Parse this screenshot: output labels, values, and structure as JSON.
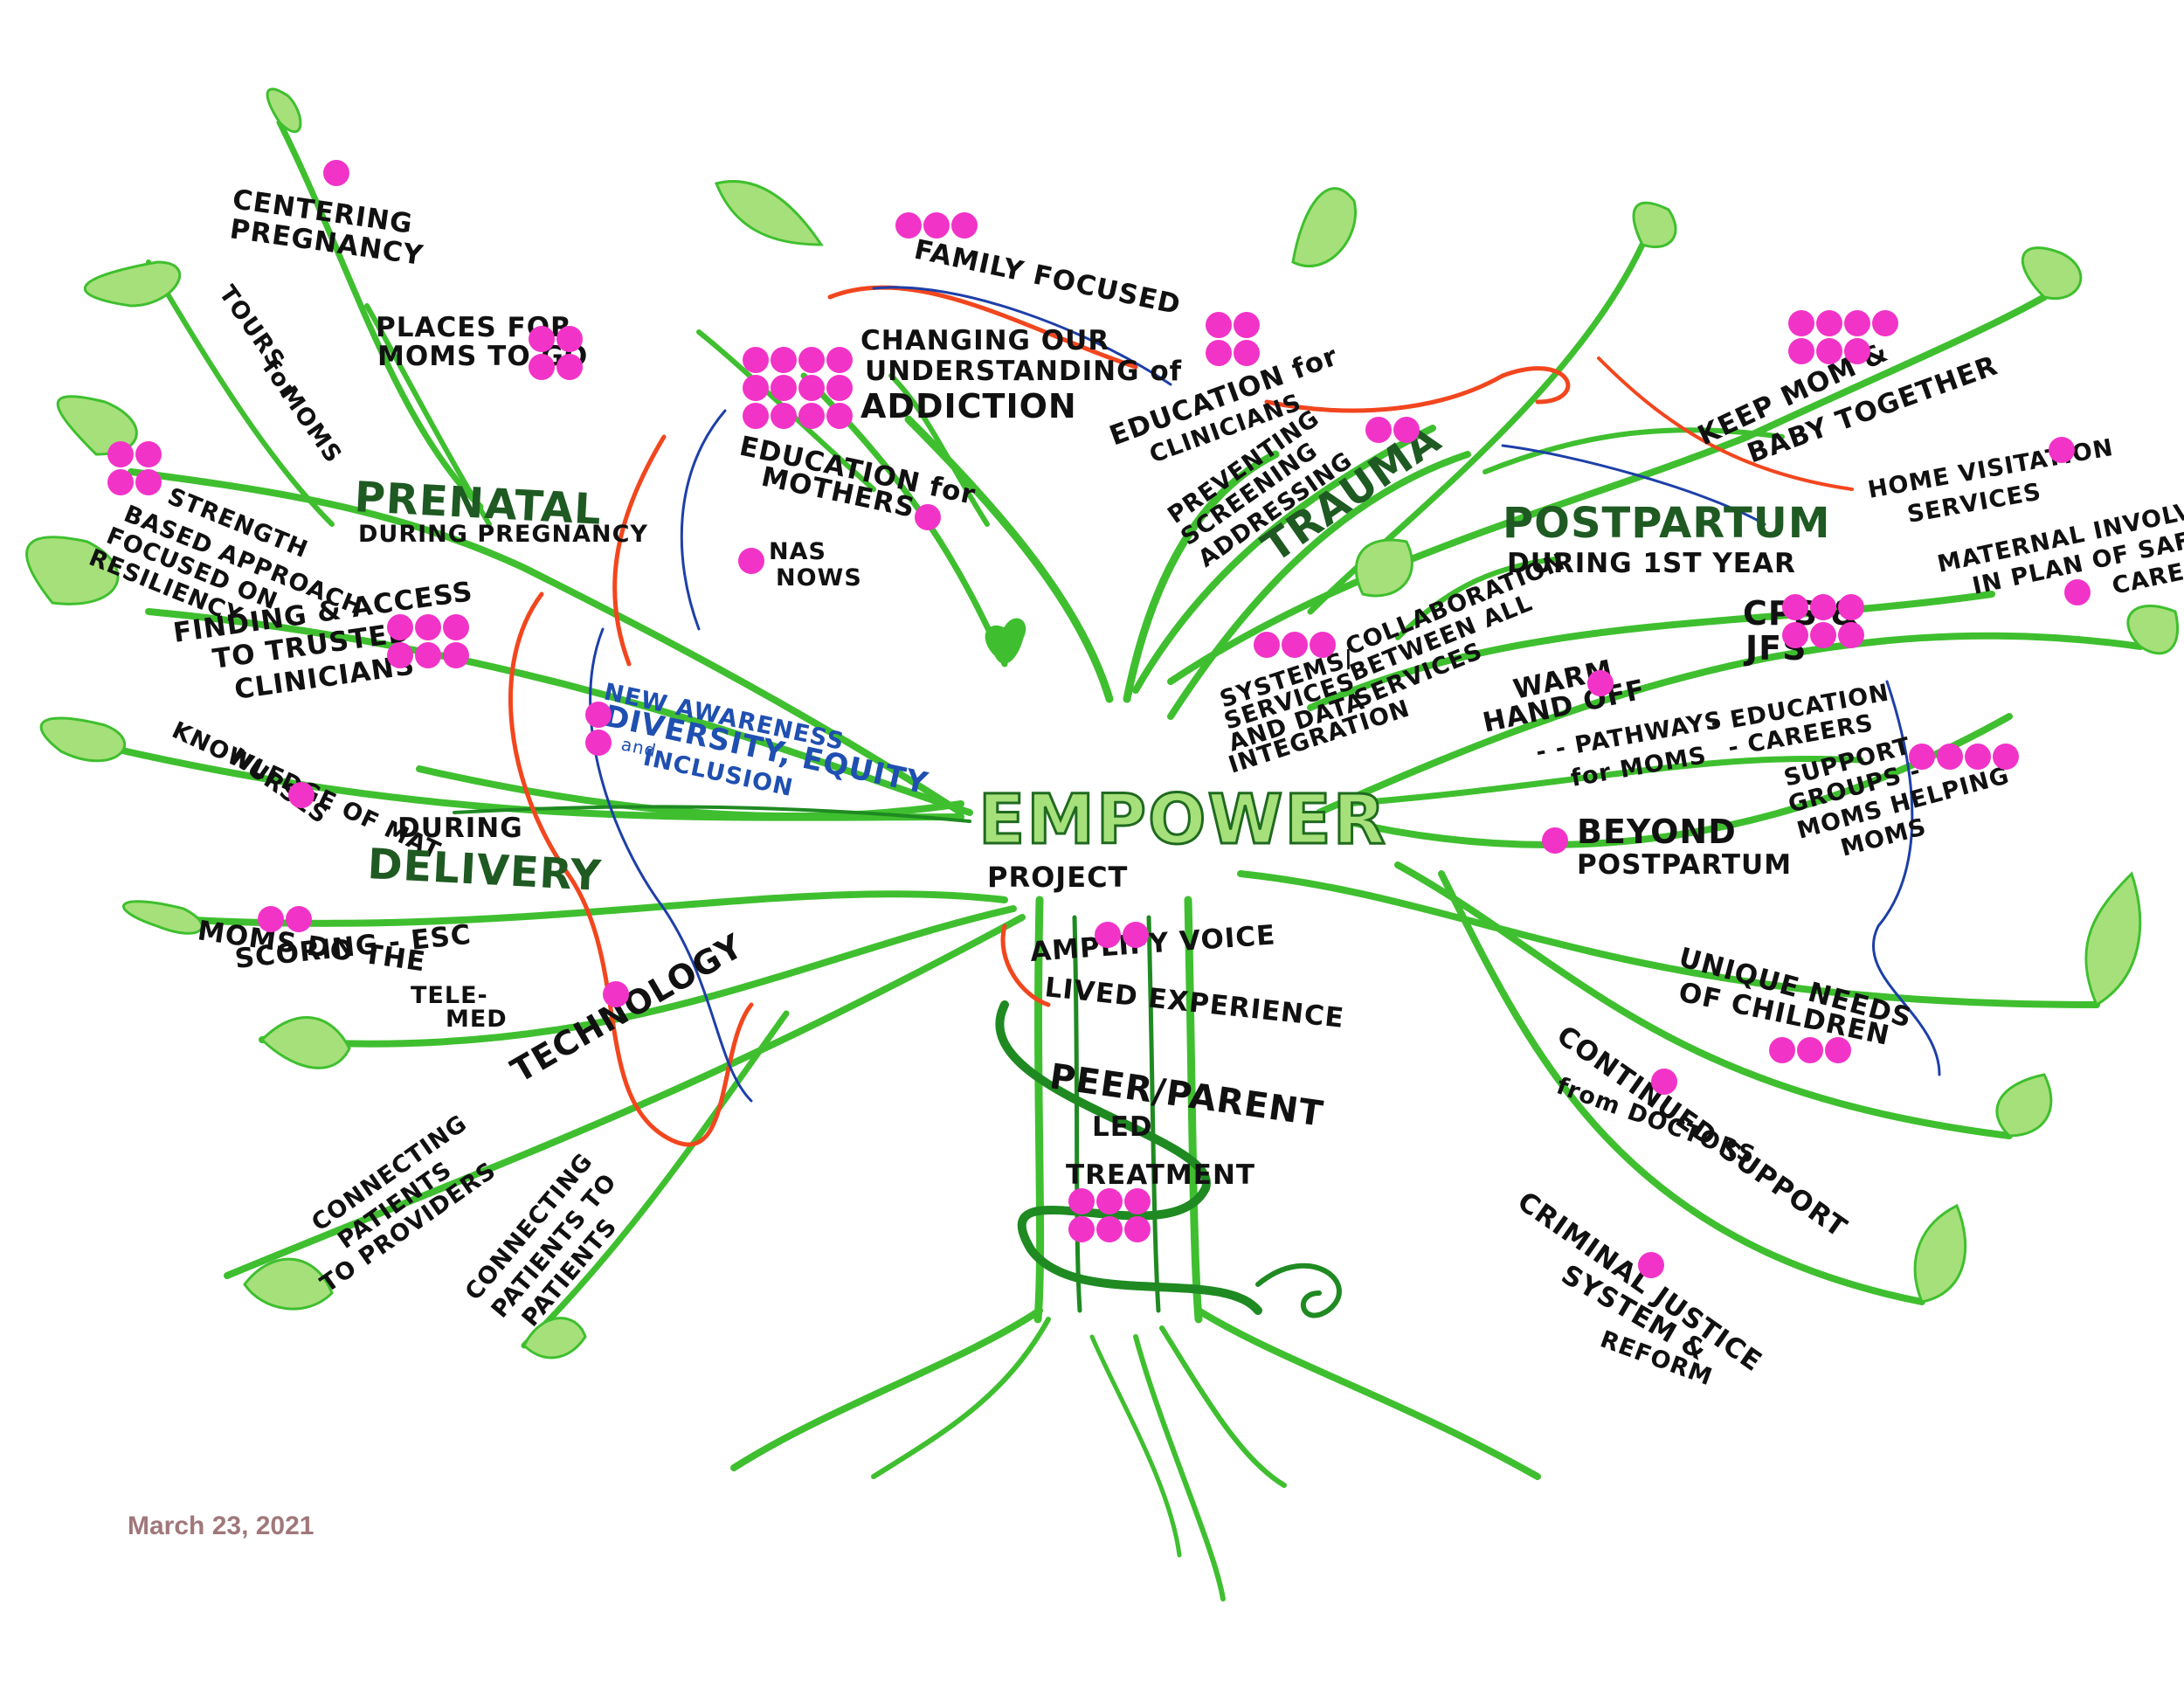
{
  "center": {
    "title": "EMPOWER",
    "subtitle": "PROJECT"
  },
  "date": "March 23, 2021",
  "labels": {
    "centering": [
      "CENTERING",
      "PREGNANCY"
    ],
    "tours": [
      "TOURS",
      "for",
      "MOMS"
    ],
    "places": [
      "PLACES FOR",
      "MOMS TO GO"
    ],
    "prenatal": [
      "PRENATAL",
      "DURING PREGNANCY"
    ],
    "strength": [
      "STRENGTH",
      "BASED APPROACH",
      "FOCUSED ON",
      "RESILIENCY"
    ],
    "finding": [
      "FINDING & ACCESS",
      "TO TRUSTED",
      "CLINICIANS"
    ],
    "nurses": [
      "NURSES",
      "KNOWLEDGE OF MAT"
    ],
    "delivery": [
      "DURING",
      "DELIVERY"
    ],
    "moms_scoring": [
      "MOMS DO THE",
      "SCORING - ESC"
    ],
    "telemed": [
      "TELE-",
      "MED"
    ],
    "technology": "TECHNOLOGY",
    "conn_providers": [
      "CONNECTING",
      "PATIENTS",
      "TO PROVIDERS"
    ],
    "conn_patients": [
      "CONNECTING",
      "PATIENTS TO",
      "PATIENTS"
    ],
    "family": "FAMILY FOCUSED",
    "changing": [
      "CHANGING OUR",
      "UNDERSTANDING of",
      "ADDICTION"
    ],
    "edu_mothers": [
      "EDUCATION for",
      "MOTHERS"
    ],
    "nas": [
      "NAS",
      "NOWS"
    ],
    "diversity": [
      "NEW AWARENESS",
      "DIVERSITY, EQUITY",
      "and",
      "INCLUSION"
    ],
    "edu_clinicians": [
      "EDUCATION for",
      "CLINICIANS"
    ],
    "trauma": [
      "PREVENTING",
      "SCREENING",
      "ADDRESSING",
      "TRAUMA"
    ],
    "systems": [
      "SYSTEMS/",
      "SERVICES",
      "AND DATA",
      "INTEGRATION"
    ],
    "collab": [
      "COLLABORATION",
      "BETWEEN ALL",
      "SERVICES"
    ],
    "keep_mom": [
      "KEEP MOM &",
      "BABY TOGETHER"
    ],
    "home_visit": [
      "HOME VISITATION",
      "SERVICES"
    ],
    "postpartum": [
      "POSTPARTUM",
      "DURING 1ST YEAR"
    ],
    "maternal": [
      "MATERNAL INVOLVEMENT",
      "IN PLAN OF SAFE",
      "CARE"
    ],
    "cps": [
      "CPS &",
      "JFS"
    ],
    "warm": [
      "WARM",
      "HAND OFF"
    ],
    "pathways": [
      "- - PATHWAYS -",
      "for MOMS",
      "- EDUCATION",
      "- CAREERS"
    ],
    "support": [
      "SUPPORT",
      "GROUPS -",
      "MOMS HELPING",
      "MOMS"
    ],
    "beyond": [
      "BEYOND",
      "POSTPARTUM"
    ],
    "unique": [
      "UNIQUE NEEDS",
      "OF CHILDREN"
    ],
    "continued": [
      "CONTINUED SUPPORT",
      "from DOCTORS"
    ],
    "criminal": [
      "CRIMINAL JUSTICE",
      "SYSTEM &",
      "REFORM"
    ],
    "amplify": [
      "AMPLIFY VOICE",
      "LIVED EXPERIENCE"
    ],
    "peer": [
      "PEER/PARENT",
      "LED",
      "TREATMENT"
    ]
  },
  "votes": {
    "centering": 1,
    "places": 4,
    "strength": 4,
    "finding": 6,
    "nurses": 1,
    "moms_scoring": 2,
    "technology": 1,
    "family": 3,
    "changing": 12,
    "edu_mothers": 1,
    "nas": 1,
    "diversity": 2,
    "edu_clinicians": 4,
    "trauma": 2,
    "systems": 3,
    "keep_mom": 7,
    "home_visit": 1,
    "maternal": 1,
    "cps": 6,
    "warm": 1,
    "support": 4,
    "beyond": 1,
    "amplify": 2,
    "unique": 3,
    "continued": 1,
    "criminal": 1,
    "peer": 6
  },
  "colors": {
    "vote_dot": "#f233c8",
    "branch": "#3fbf2f",
    "branch_dark": "#1f8a22",
    "vine_red": "#f2461e",
    "vine_blue": "#1d3fa8",
    "leaf": "#a6e07a",
    "date": "#a0787a"
  }
}
